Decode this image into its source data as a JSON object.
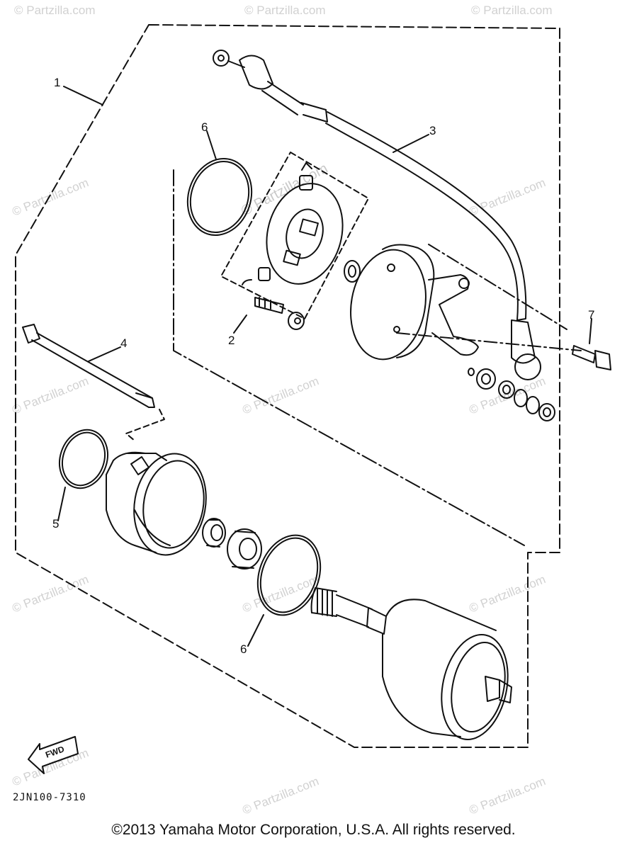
{
  "diagram": {
    "callouts": {
      "c1": "1",
      "c2": "2",
      "c3": "3",
      "c4": "4",
      "c5": "5",
      "c6a": "6",
      "c6b": "6",
      "c7": "7"
    },
    "watermark_text": "© Partzilla.com",
    "fwd_label": "FWD",
    "part_code": "2JN100-7310"
  },
  "footer": {
    "copyright": "©2013 Yamaha Motor Corporation, U.S.A. All rights reserved."
  }
}
